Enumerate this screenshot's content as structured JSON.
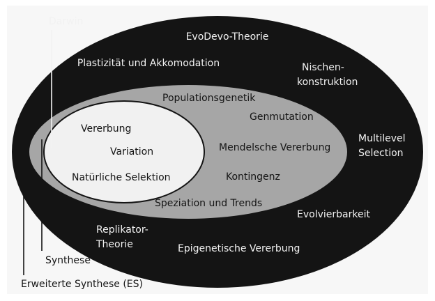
{
  "colors": {
    "background": "#f7f7f7",
    "outer_ring": "#141414",
    "middle_ring": "#a6a6a6",
    "inner_core": "#f1f1f1",
    "light_text": "#f2f2f2",
    "dark_text": "#141414"
  },
  "outer_labels": {
    "evodevo": "EvoDevo-Theorie",
    "plasticity": "Plastizität und Akkomodation",
    "niche_line1": "Nischen-",
    "niche_line2": "konstruktion",
    "multilevel_line1": "Multilevel",
    "multilevel_line2": "Selection",
    "evolvability": "Evolvierbarkeit",
    "replicator_line1": "Replikator-",
    "replicator_line2": "Theorie",
    "epigenetic": "Epigenetische Vererbung"
  },
  "middle_labels": {
    "population_genetics": "Populationsgenetik",
    "gene_mutation": "Genmutation",
    "mendelian": "Mendelsche Vererbung",
    "contingency": "Kontingenz",
    "speciation": "Speziation und Trends"
  },
  "inner_labels": {
    "heredity": "Vererbung",
    "variation": "Variation",
    "natural_selection": "Natürliche Selektion"
  },
  "callouts": {
    "darwin": "Darwin",
    "synthesis": "Synthese",
    "extended_synthesis": "Erweiterte Synthese (ES)"
  }
}
